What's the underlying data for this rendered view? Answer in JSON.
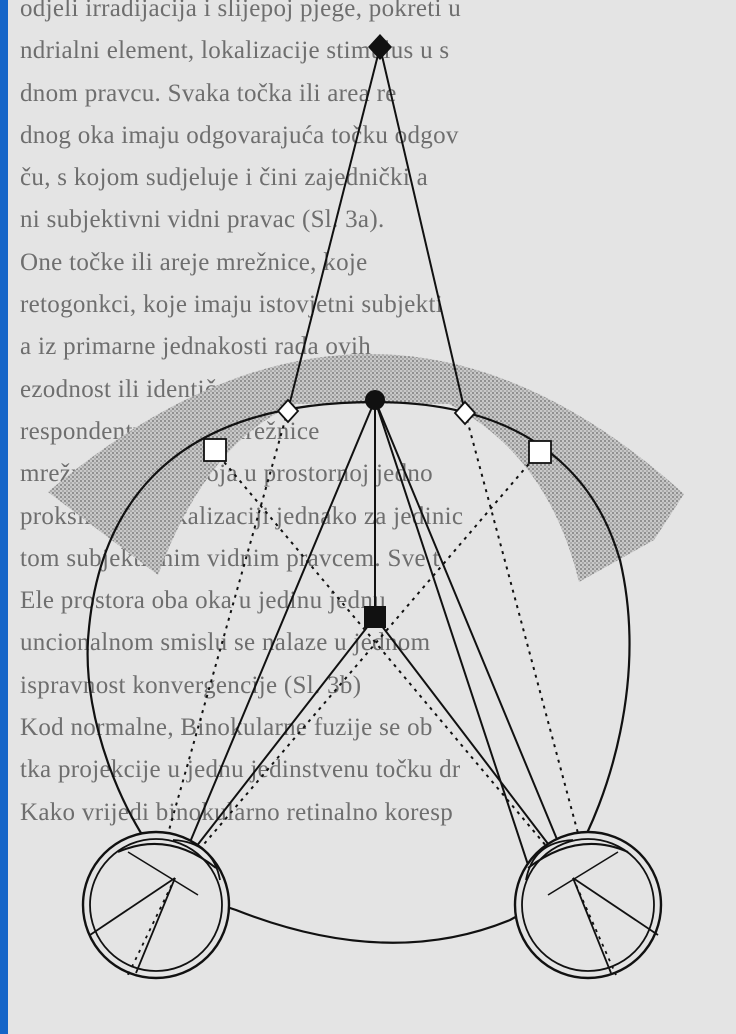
{
  "background_lines": [
    "odjeli irradijacija i slijepoj pjege, pokreti u",
    "ndrialni element, lokalizacije stimulus u s",
    "dnom pravcu. Svaka točka ili area re",
    "dnog oka imaju odgovarajuća točku odgov",
    "ču, s kojom sudjeluje i čini zajednički a",
    "ni subjektivni vidni pravac (Sl. 3a).",
    "  One točke ili areje mrežnice, koje",
    "retogonkci, koje imaju istovjetni subjekti",
    "a iz primarne jednakosti rada ovih",
    "ezodnost ili identičnosti",
    "respondentne točke mrežnice",
    "mrežnica su ona koja u prostornoj jedno",
    "proksimalno lokalizaciji jednako za jedinic",
    "tom subjektivnim vidnim pravcem. Sve t",
    "Ele prostora oba oka u jedinu jednu",
    "uncionalnom smislu se nalaze u jednom",
    "ispravnost konvergencije (Sl. 3b)",
    "  Kod normalne, Binokularne fuzije se ob",
    "tka projekcije u jednu jedinstvenu točku dr",
    "  Kako vrijedi binokularno retinalno koresp"
  ],
  "figure": {
    "fixation_marker": "diamond",
    "center_marker": "circle",
    "cyclopean_marker": "square",
    "horopter": "circle",
    "panum_area": "shaded-band",
    "colors": {
      "paper": "#e4e4e4",
      "ink": "#111111",
      "faded_text": "#6e6e6e",
      "band_dots": "#8a8a8a",
      "frame_blue": "#1565c8"
    }
  }
}
